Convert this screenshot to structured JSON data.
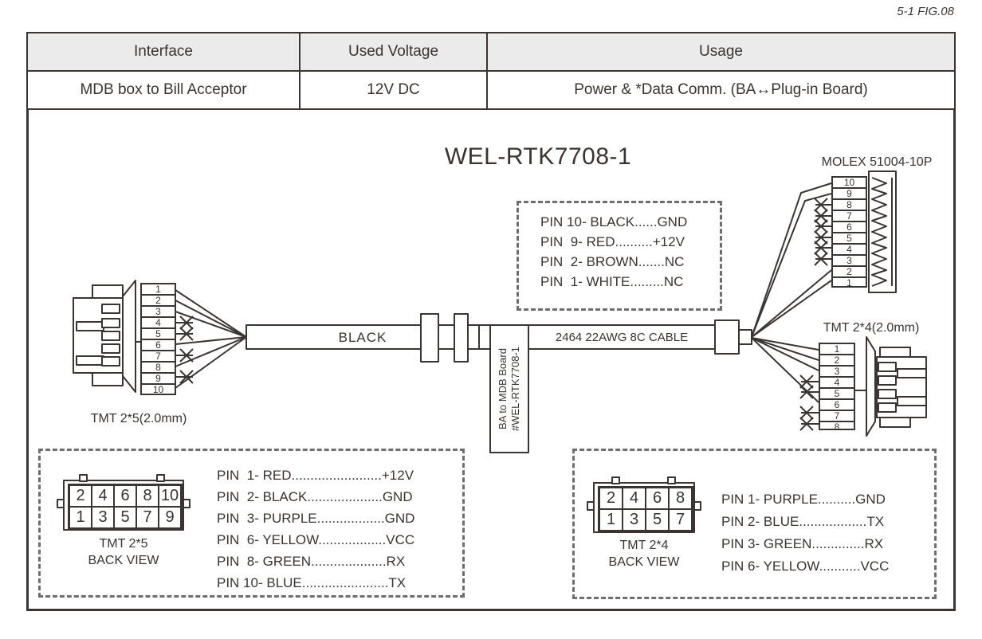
{
  "fig_label": "5-1 FIG.08",
  "table": {
    "headers": [
      "Interface",
      "Used Voltage",
      "Usage"
    ],
    "row": [
      "MDB box to Bill Acceptor",
      "12V DC",
      "Power & *Data Comm. (BA↔Plug-in Board)"
    ]
  },
  "diagram": {
    "title": "WEL-RTK7708-1",
    "colors": {
      "line": "#3a3533",
      "table_header_bg": "#ebebeb",
      "dashed_border": "#6e6e6e"
    },
    "cable": {
      "sleeve_label": "BLACK",
      "spec_label": "2464 22AWG 8C CABLE",
      "tag_line1": "BA to MDB Board",
      "tag_line2": "#WEL-RTK7708-1"
    },
    "molex": {
      "label": "MOLEX 51004-10P",
      "pins": [
        "10",
        "9",
        "8",
        "7",
        "6",
        "5",
        "4",
        "3",
        "2",
        "1"
      ],
      "nc_pins": [
        "8",
        "7",
        "6",
        "5",
        "4",
        "3"
      ],
      "connected_pins": [
        "10",
        "9",
        "2",
        "1"
      ]
    },
    "tmt25": {
      "label": "TMT 2*5(2.0mm)",
      "pins": [
        "1",
        "2",
        "3",
        "4",
        "5",
        "6",
        "7",
        "8",
        "9",
        "10"
      ],
      "nc_pins": [
        "4",
        "5",
        "7",
        "9"
      ],
      "connected_pins": [
        "1",
        "2",
        "3",
        "6",
        "8",
        "10"
      ]
    },
    "tmt24": {
      "label": "TMT 2*4(2.0mm)",
      "pins": [
        "1",
        "2",
        "3",
        "4",
        "5",
        "6",
        "7",
        "8"
      ],
      "nc_pins": [
        "4",
        "5",
        "7",
        "8"
      ],
      "connected_pins": [
        "1",
        "2",
        "3",
        "6"
      ]
    },
    "molex_pinout": {
      "lines": [
        "PIN 10- BLACK......GND",
        "PIN  9- RED..........+12V",
        "PIN  2- BROWN.......NC",
        "PIN  1- WHITE.........NC"
      ]
    },
    "tmt25_back": {
      "caption1": "TMT 2*5",
      "caption2": "BACK VIEW",
      "grid_top": [
        "2",
        "4",
        "6",
        "8",
        "10"
      ],
      "grid_bottom": [
        "1",
        "3",
        "5",
        "7",
        "9"
      ],
      "lines": [
        "PIN  1- RED........................+12V",
        "PIN  2- BLACK....................GND",
        "PIN  3- PURPLE..................GND",
        "PIN  6- YELLOW..................VCC",
        "PIN  8- GREEN....................RX",
        "PIN 10- BLUE.......................TX"
      ]
    },
    "tmt24_back": {
      "caption1": "TMT 2*4",
      "caption2": "BACK VIEW",
      "grid_top": [
        "2",
        "4",
        "6",
        "8"
      ],
      "grid_bottom": [
        "1",
        "3",
        "5",
        "7"
      ],
      "lines": [
        "PIN 1- PURPLE..........GND",
        "PIN 2- BLUE..................TX",
        "PIN 3- GREEN..............RX",
        "PIN 6- YELLOW...........VCC"
      ]
    }
  }
}
